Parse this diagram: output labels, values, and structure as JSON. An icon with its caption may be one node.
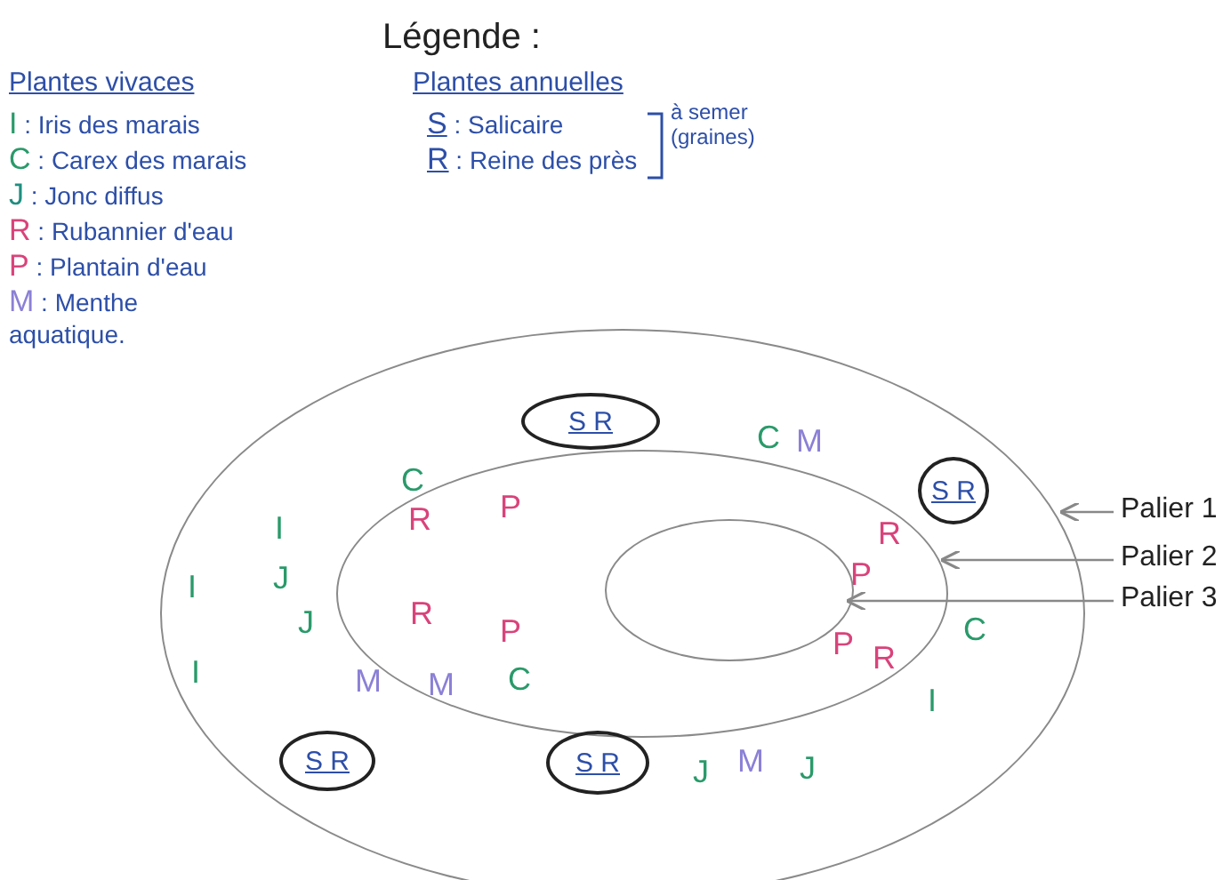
{
  "diagram": {
    "nodes": [
      {
        "text": [],
        "shape": "oval"
      },
      {
        "text": [],
        "shape": "oval",
        "in": 0
      },
      {
        "text": [],
        "shape": "oval",
        "in": 1
      },
      {
        "text": [
          "S R"
        ],
        "in": 0
      },
      {
        "text": [
          "S R"
        ],
        "in": 0
      },
      {
        "text": [
          "S R"
        ],
        "in": 0
      },
      {
        "text": [
          "S R"
        ],
        "in": 0
      },
      {
        "text": [
          "Palier 1"
        ]
      },
      {
        "text": [
          "Palier 2"
        ]
      },
      {
        "text": [
          "Palier 3"
        ]
      }
    ],
    "edges": [
      {
        "from": 7,
        "to": 0,
        "arrow": "to"
      },
      {
        "from": 8,
        "to": 1,
        "arrow": "to"
      },
      {
        "from": 9,
        "to": 2,
        "arrow": "to"
      }
    ],
    "labels": [
      "Légende :",
      "Plantes vivaces",
      "I : Iris des marais",
      "C : Carex des marais",
      "J : Jonc diffus",
      "R : Rubannier d'eau",
      "P : Plantain d'eau",
      "M : Menthe aquatique.",
      "Plantes annuelles",
      "S : Salicaire",
      "R : Reine des près",
      "à semer (graines)",
      "C",
      "M",
      "C",
      "P",
      "R",
      "I",
      "R",
      "P",
      "J",
      "I",
      "C",
      "R",
      "J",
      "P",
      "R",
      "P",
      "I",
      "I",
      "C",
      "M",
      "M",
      "M",
      "J",
      "J"
    ]
  }
}
